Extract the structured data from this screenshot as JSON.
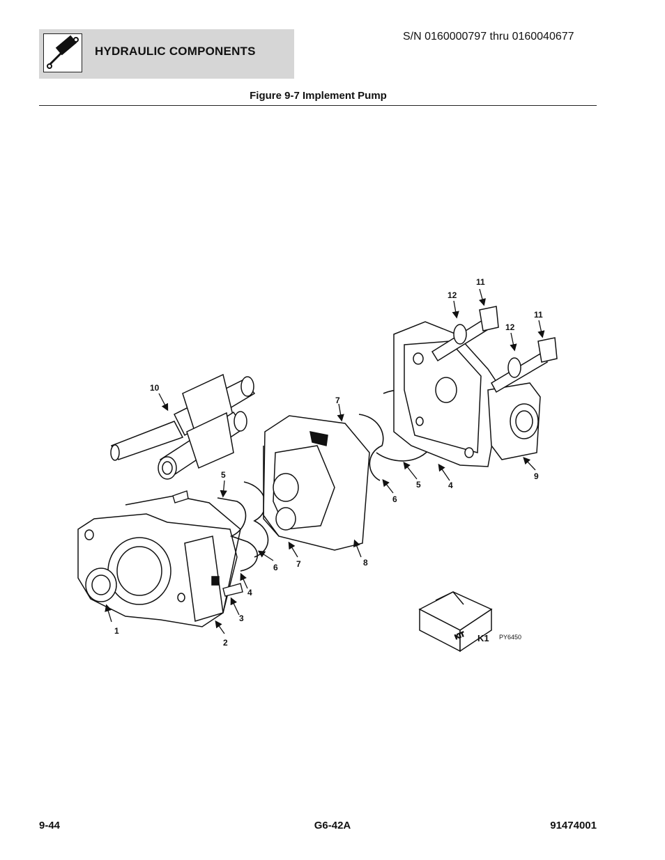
{
  "header": {
    "section_title": "HYDRAULIC COMPONENTS",
    "icon": "hydraulic-cylinder-icon",
    "serial_range": "S/N 0160000797 thru 0160040677"
  },
  "figure": {
    "title": "Figure 9-7 Implement Pump",
    "drawing_code": "PY6450",
    "kit_box_text": "KIT",
    "kit_label": "K1",
    "callouts": {
      "c1": "1",
      "c2": "2",
      "c3": "3",
      "c4a": "4",
      "c4b": "4",
      "c5a": "5",
      "c5b": "5",
      "c6a": "6",
      "c6b": "6",
      "c7a": "7",
      "c7b": "7",
      "c8": "8",
      "c9": "9",
      "c10": "10",
      "c11a": "11",
      "c11b": "11",
      "c12a": "12",
      "c12b": "12"
    }
  },
  "footer": {
    "page_number": "9-44",
    "model": "G6-42A",
    "manual_number": "91474001"
  }
}
